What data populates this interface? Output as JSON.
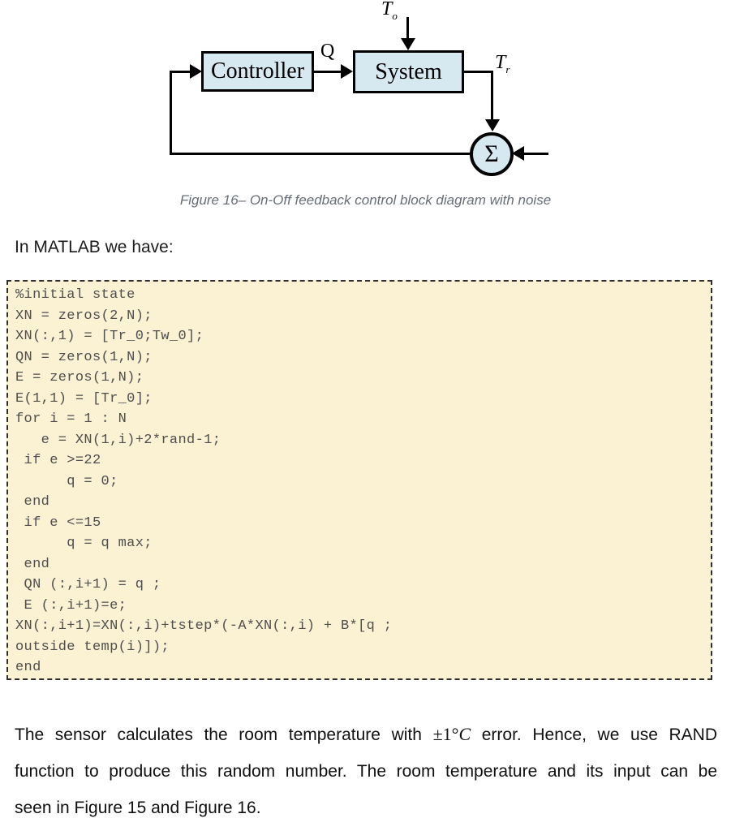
{
  "diagram": {
    "controller_label": "Controller",
    "system_label": "System",
    "sum_label": "Σ",
    "q_label": "Q",
    "to_base": "T",
    "to_sub": "o",
    "tr_base": "T",
    "tr_sub": "r"
  },
  "caption": "Figure 16– On-Off feedback control block diagram with noise",
  "intro": "In MATLAB we have:",
  "code_text": "%initial state\nXN = zeros(2,N);\nXN(:,1) = [Tr_0;Tw_0];\nQN = zeros(1,N);\nE = zeros(1,N);\nE(1,1) = [Tr_0];\nfor i = 1 : N\n   e = XN(1,i)+2*rand-1;\n if e >=22\n      q = 0;\n end\n if e <=15\n      q = q max;\n end\n QN (:,i+1) = q ;\n E (:,i+1)=e;\nXN(:,i+1)=XN(:,i)+tstep*(-A*XN(:,i) + B*[q ;\noutside temp(i)]);\nend",
  "paragraph": {
    "l1_pre": "The sensor calculates the room temperature with ",
    "l1_math_pm": "±1°",
    "l1_math_c": "C",
    "l1_post": " error. Hence, we use RAND",
    "l2": "function to produce this random number. The room temperature and its input can be",
    "l3": "seen in Figure 15 and Figure 16."
  },
  "colors": {
    "block_fill": "#d6e8f0",
    "code_bg": "#fbf2d4",
    "caption_text": "#666d76"
  }
}
